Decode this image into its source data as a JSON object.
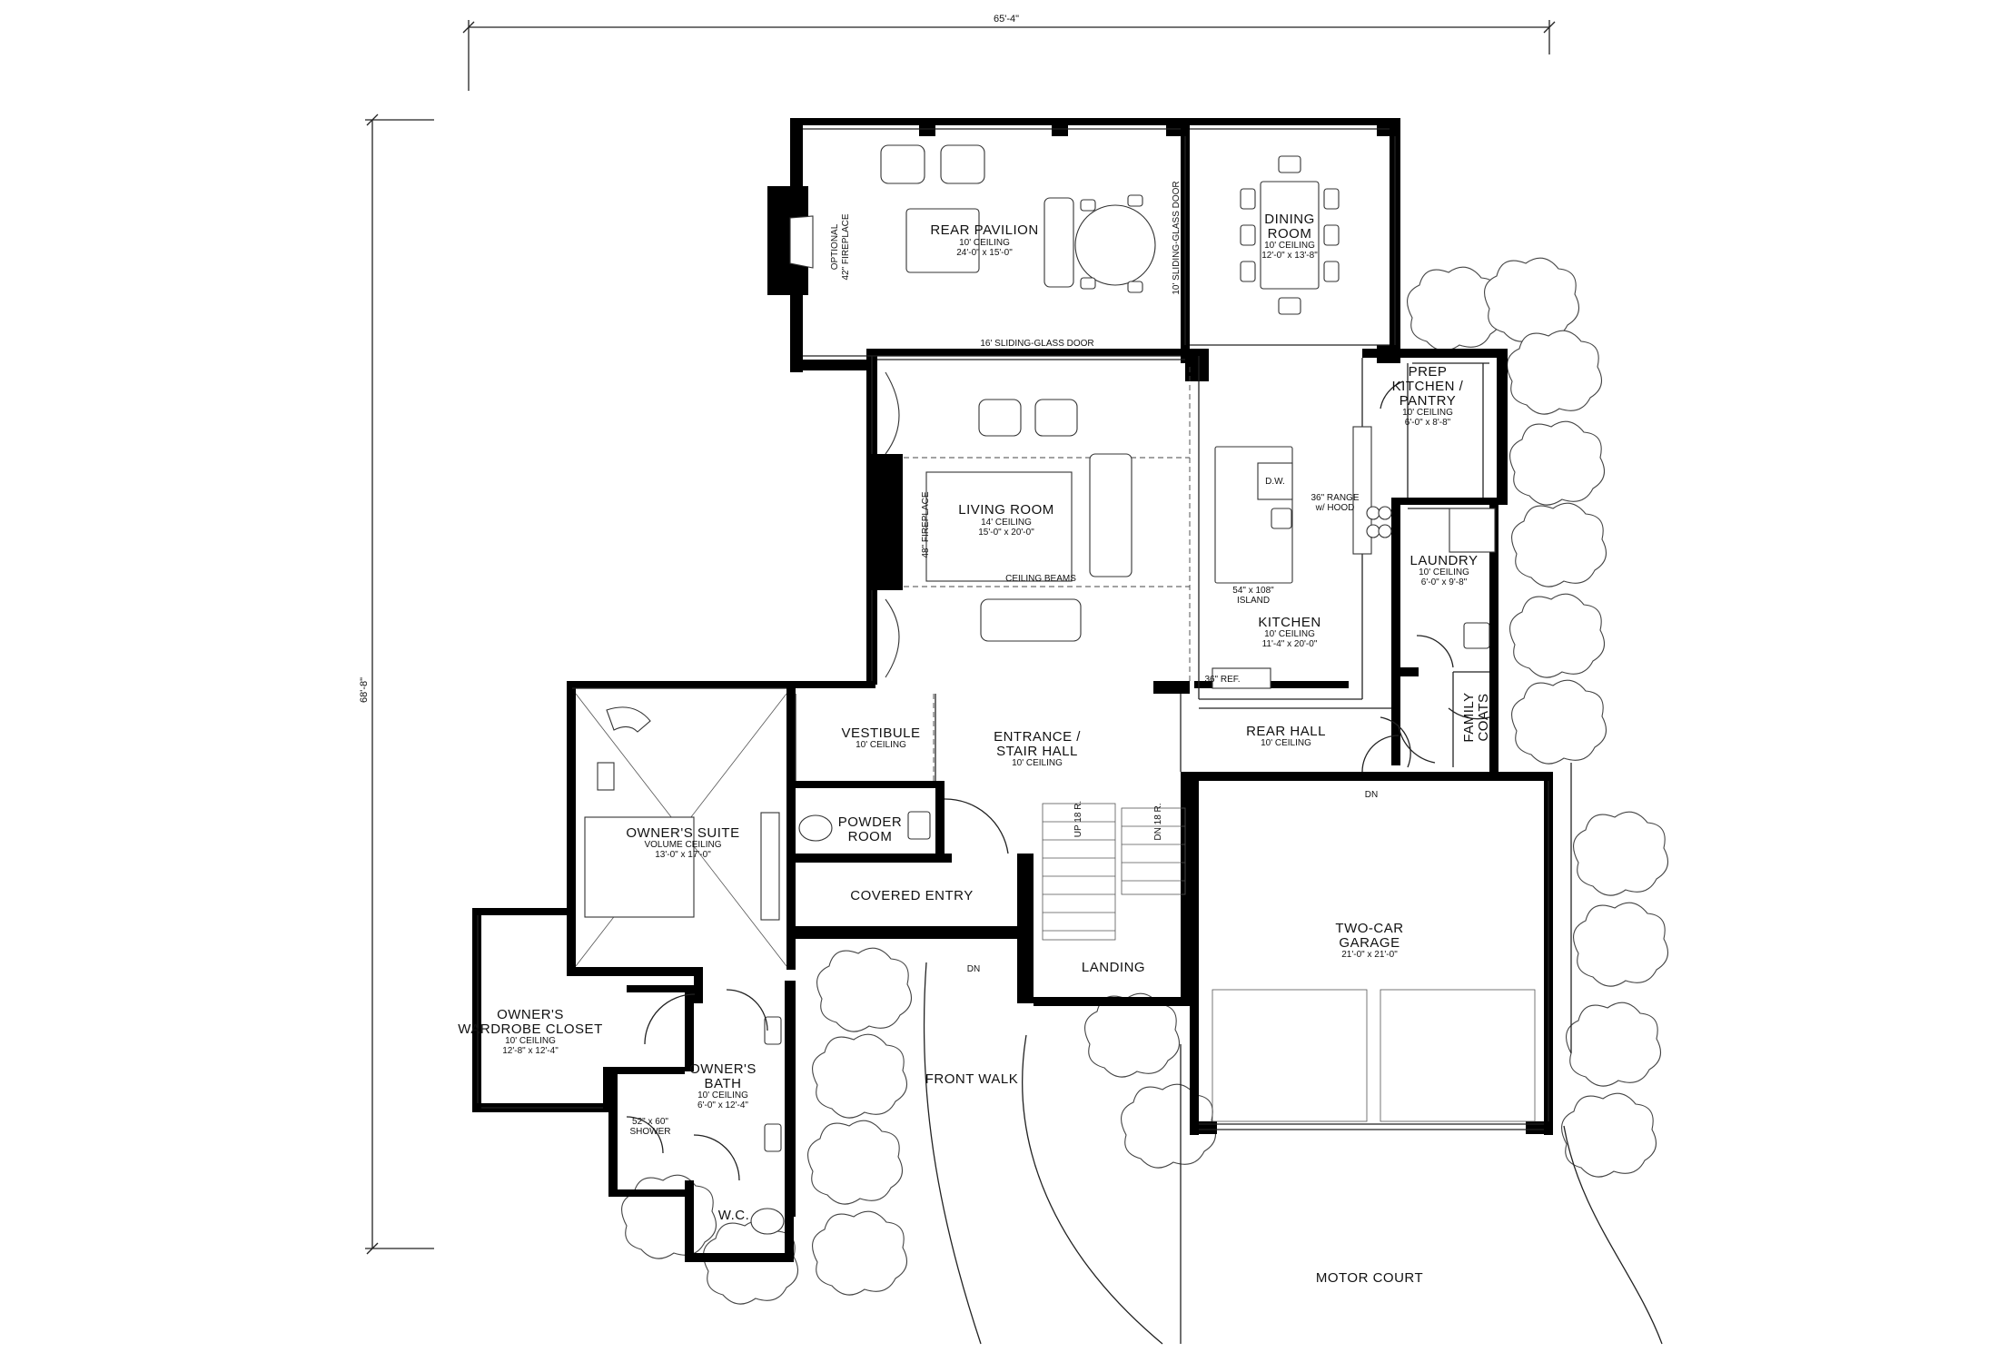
{
  "dimensions": {
    "width_label": "65'-4\"",
    "depth_label": "68'-8\""
  },
  "rooms": {
    "rear_pavilion": {
      "name": "REAR PAVILION",
      "ceiling": "10' CEILING",
      "size": "24'-0\" x 15'-0\""
    },
    "dining_room": {
      "name_line1": "DINING",
      "name_line2": "ROOM",
      "ceiling": "10' CEILING",
      "size": "12'-0\" x 13'-8\""
    },
    "prep_kitchen": {
      "line1": "PREP",
      "line2": "KITCHEN /",
      "line3": "PANTRY",
      "ceiling": "10' CEILING",
      "size": "6'-0\" x 8'-8\""
    },
    "living_room": {
      "name": "LIVING ROOM",
      "ceiling": "14' CEILING",
      "size": "15'-0\" x 20'-0\""
    },
    "kitchen": {
      "name": "KITCHEN",
      "ceiling": "10' CEILING",
      "size": "11'-4\" x 20'-0\""
    },
    "laundry": {
      "name": "LAUNDRY",
      "ceiling": "10' CEILING",
      "size": "6'-0\" x 9'-8\""
    },
    "vestibule": {
      "name": "VESTIBULE",
      "ceiling": "10' CEILING"
    },
    "entrance": {
      "line1": "ENTRANCE /",
      "line2": "STAIR HALL",
      "ceiling": "10' CEILING"
    },
    "rear_hall": {
      "name": "REAR HALL",
      "ceiling": "10' CEILING"
    },
    "family_coats": {
      "line1": "FAMILY",
      "line2": "COATS"
    },
    "owners_suite": {
      "name": "OWNER'S SUITE",
      "ceiling": "VOLUME CEILING",
      "size": "13'-0\" x 17'-0\""
    },
    "powder_room": {
      "line1": "POWDER",
      "line2": "ROOM"
    },
    "covered_entry": {
      "name": "COVERED ENTRY"
    },
    "landing": {
      "name": "LANDING"
    },
    "garage": {
      "line1": "TWO-CAR",
      "line2": "GARAGE",
      "size": "21'-0\" x 21'-0\""
    },
    "wardrobe": {
      "line1": "OWNER'S",
      "line2": "WARDROBE CLOSET",
      "ceiling": "10' CEILING",
      "size": "12'-8\" x 12'-4\""
    },
    "owners_bath": {
      "line1": "OWNER'S",
      "line2": "BATH",
      "ceiling": "10' CEILING",
      "size": "6'-0\" x 12'-4\""
    },
    "shower": {
      "size": "52\" x 60\"",
      "name": "SHOWER"
    },
    "wc": {
      "name": "W.C."
    }
  },
  "notes": {
    "fireplace_optional_line1": "OPTIONAL",
    "fireplace_optional_line2": "42\" FIREPLACE",
    "sliding_door_10": "10' SLIDING-GLASS DOOR",
    "sliding_door_16": "16' SLIDING-GLASS DOOR",
    "fireplace_48": "48\" FIREPLACE",
    "ceiling_beams": "CEILING BEAMS",
    "dw": "D.W.",
    "range_line1": "36\" RANGE",
    "range_line2": "w/ HOOD",
    "island_line1": "54\" x 108\"",
    "island_line2": "ISLAND",
    "ref": "36\" REF.",
    "stair_up": "UP 18 R.",
    "stair_dn": "DN 18 R.",
    "dn_arrow": "DN"
  },
  "site": {
    "front_walk": "FRONT WALK",
    "motor_court": "MOTOR COURT"
  }
}
